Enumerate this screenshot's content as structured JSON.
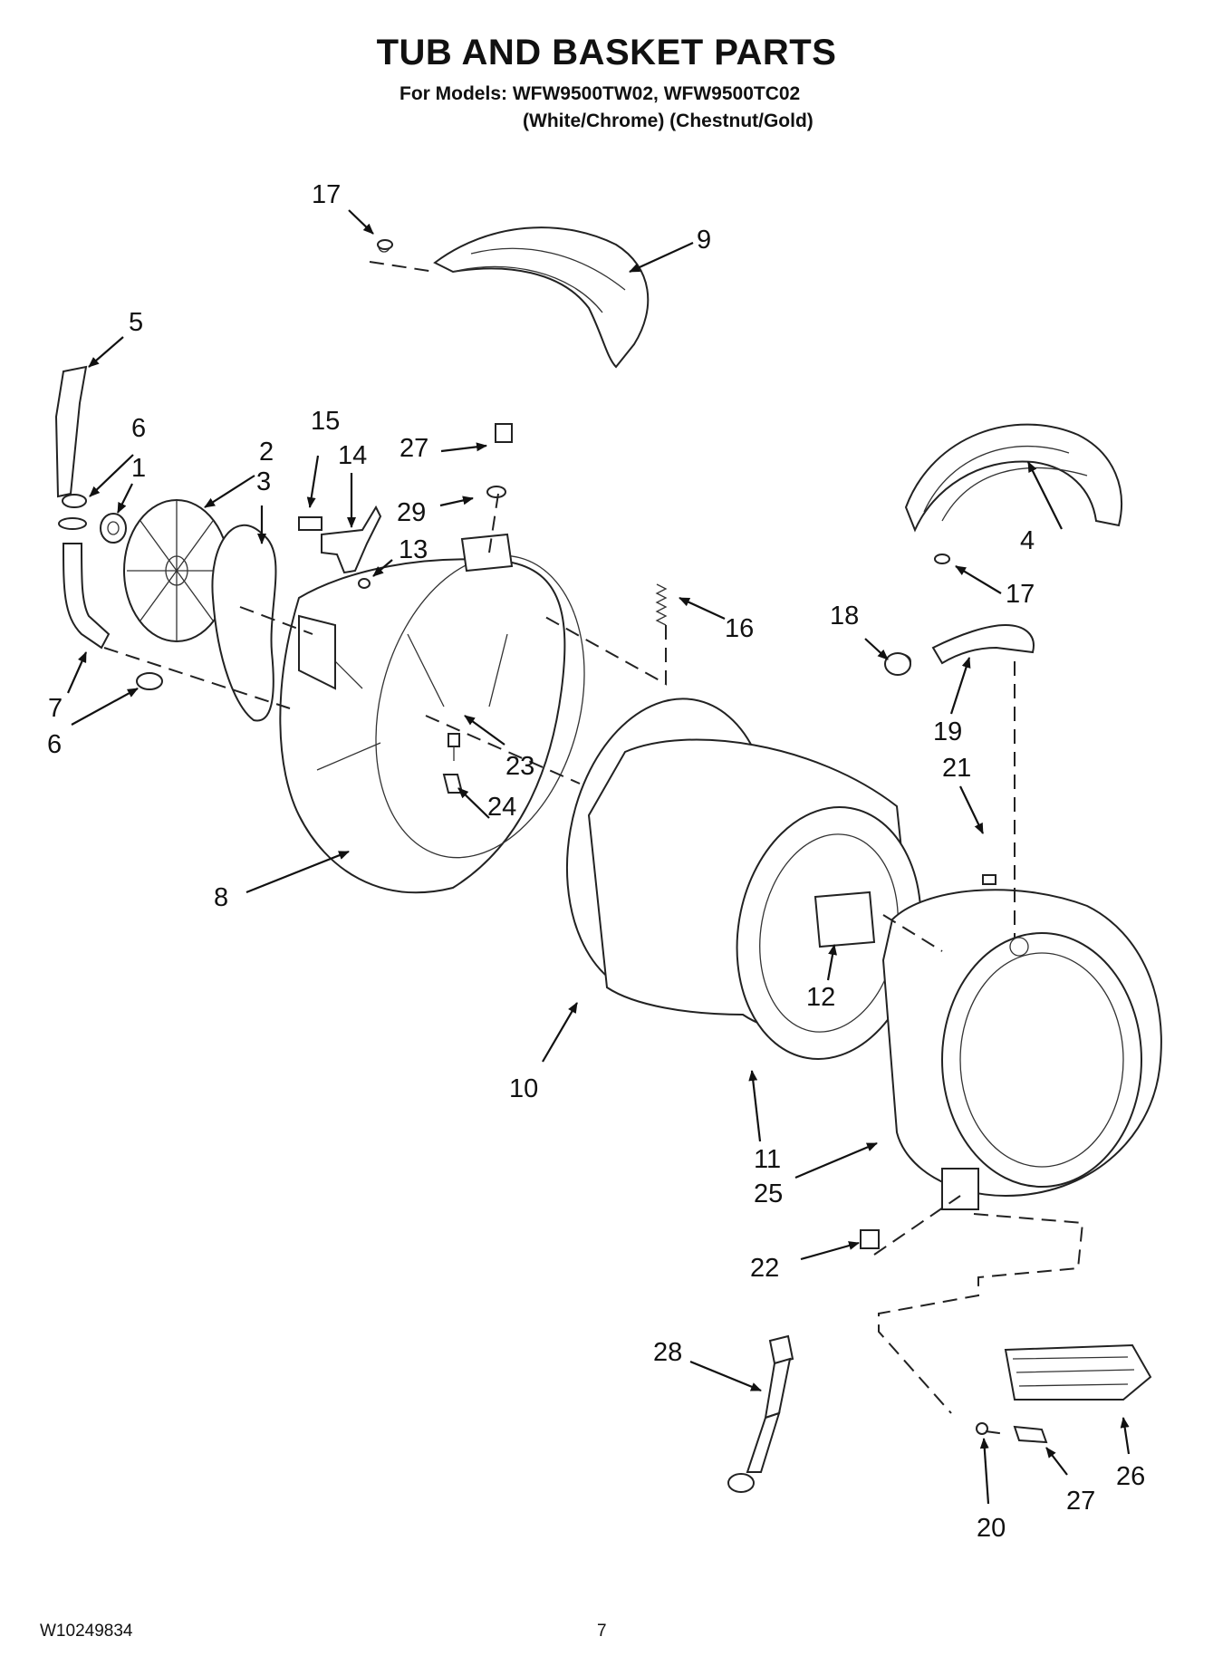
{
  "header": {
    "title": "TUB AND BASKET PARTS",
    "models_line": "For Models: WFW9500TW02, WFW9500TC02",
    "colors_line": "(White/Chrome) (Chestnut/Gold)"
  },
  "callouts": [
    {
      "id": "c-17a",
      "text": "17"
    },
    {
      "id": "c-9",
      "text": "9"
    },
    {
      "id": "c-5",
      "text": "5"
    },
    {
      "id": "c-6a",
      "text": "6"
    },
    {
      "id": "c-1",
      "text": "1"
    },
    {
      "id": "c-2",
      "text": "2"
    },
    {
      "id": "c-3",
      "text": "3"
    },
    {
      "id": "c-15",
      "text": "15"
    },
    {
      "id": "c-14",
      "text": "14"
    },
    {
      "id": "c-27a",
      "text": "27"
    },
    {
      "id": "c-29",
      "text": "29"
    },
    {
      "id": "c-13",
      "text": "13"
    },
    {
      "id": "c-4",
      "text": "4"
    },
    {
      "id": "c-17b",
      "text": "17"
    },
    {
      "id": "c-16",
      "text": "16"
    },
    {
      "id": "c-18",
      "text": "18"
    },
    {
      "id": "c-19",
      "text": "19"
    },
    {
      "id": "c-7",
      "text": "7"
    },
    {
      "id": "c-6b",
      "text": "6"
    },
    {
      "id": "c-23",
      "text": "23"
    },
    {
      "id": "c-24",
      "text": "24"
    },
    {
      "id": "c-21",
      "text": "21"
    },
    {
      "id": "c-8",
      "text": "8"
    },
    {
      "id": "c-12",
      "text": "12"
    },
    {
      "id": "c-10",
      "text": "10"
    },
    {
      "id": "c-11",
      "text": "11"
    },
    {
      "id": "c-25",
      "text": "25"
    },
    {
      "id": "c-22",
      "text": "22"
    },
    {
      "id": "c-28",
      "text": "28"
    },
    {
      "id": "c-26",
      "text": "26"
    },
    {
      "id": "c-27b",
      "text": "27"
    },
    {
      "id": "c-20",
      "text": "20"
    }
  ],
  "footer": {
    "doc_number": "W10249834",
    "page_number": "7"
  }
}
